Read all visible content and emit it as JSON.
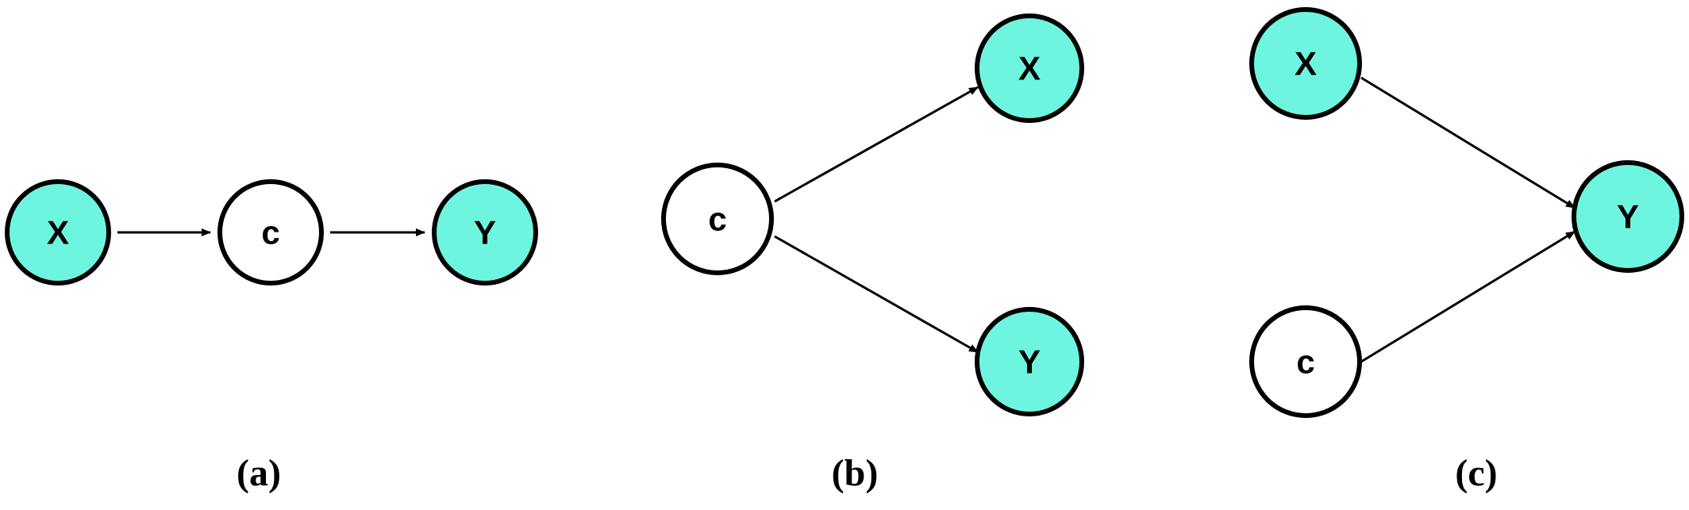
{
  "colors": {
    "observed_fill": "#6ef5e0",
    "latent_fill": "#ffffff",
    "stroke": "#000000"
  },
  "diagrams": [
    {
      "caption": "(a)",
      "nodes": [
        {
          "id": "x",
          "label": "X",
          "observed": true
        },
        {
          "id": "c",
          "label": "c",
          "observed": false
        },
        {
          "id": "y",
          "label": "Y",
          "observed": true
        }
      ],
      "edges": [
        {
          "from": "x",
          "to": "c"
        },
        {
          "from": "c",
          "to": "y"
        }
      ]
    },
    {
      "caption": "(b)",
      "nodes": [
        {
          "id": "c",
          "label": "c",
          "observed": false
        },
        {
          "id": "x",
          "label": "X",
          "observed": true
        },
        {
          "id": "y",
          "label": "Y",
          "observed": true
        }
      ],
      "edges": [
        {
          "from": "c",
          "to": "x"
        },
        {
          "from": "c",
          "to": "y"
        }
      ]
    },
    {
      "caption": "(c)",
      "nodes": [
        {
          "id": "x",
          "label": "X",
          "observed": true
        },
        {
          "id": "c",
          "label": "c",
          "observed": false
        },
        {
          "id": "y",
          "label": "Y",
          "observed": true
        }
      ],
      "edges": [
        {
          "from": "x",
          "to": "y"
        },
        {
          "from": "c",
          "to": "y"
        }
      ]
    }
  ]
}
